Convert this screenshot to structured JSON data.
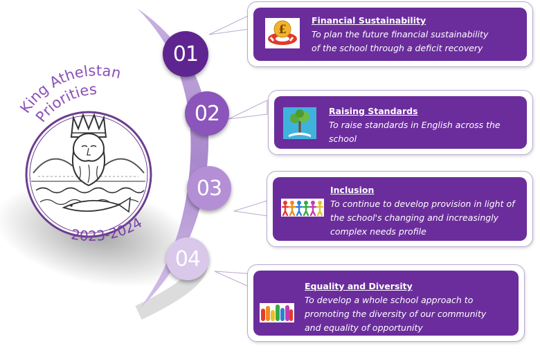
{
  "logo": {
    "title_line1": "King Athelstan",
    "title_line2": "Priorities",
    "years": "2023-2024",
    "image_icon": "king-athelstan-crest-icon"
  },
  "colors": {
    "purple_dark": "#5e2591",
    "purple_card": "#6b2d9c",
    "purple_mid": "#8b55bb",
    "purple_light": "#b48fd6",
    "lilac": "#d9c8ea",
    "logo_text": "#8a4fb8"
  },
  "priorities": [
    {
      "number": "01",
      "title": "Financial Sustainability",
      "lines": [
        "To plan the future financial sustainability",
        "of the school through a deficit recovery"
      ],
      "icon": "pound-lifebuoy-icon"
    },
    {
      "number": "02",
      "title": "Raising Standards",
      "lines": [
        "To raise standards in English across the",
        "school"
      ],
      "icon": "book-tree-icon"
    },
    {
      "number": "03",
      "title": "Inclusion",
      "lines": [
        "To continue to develop provision in light of",
        "the school's changing and increasingly",
        "complex needs profile"
      ],
      "icon": "children-holding-hands-icon"
    },
    {
      "number": "04",
      "title": "Equality and Diversity",
      "lines": [
        "To develop a whole school approach to",
        "promoting the diversity of our community",
        "and equality of opportunity"
      ],
      "icon": "raised-hands-icon"
    }
  ]
}
